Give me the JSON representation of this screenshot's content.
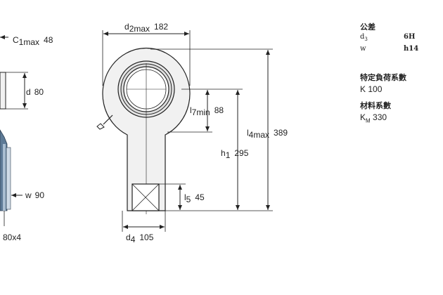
{
  "dimensions": {
    "c1max": {
      "sym": "C",
      "sub": "1max",
      "value": "48"
    },
    "d": {
      "sym": "d",
      "value": "80"
    },
    "w": {
      "sym": "w",
      "value": "90"
    },
    "thread": {
      "value": "80x4"
    },
    "d2max": {
      "sym": "d",
      "sub": "2max",
      "value": "182"
    },
    "l7min": {
      "sym": "l",
      "sub": "7min",
      "value": "88"
    },
    "l4max": {
      "sym": "l",
      "sub": "4max",
      "value": "389"
    },
    "h1": {
      "sym": "h",
      "sub": "1",
      "value": "295"
    },
    "l5": {
      "sym": "l",
      "sub": "5",
      "value": "45"
    },
    "d4": {
      "sym": "d",
      "sub": "4",
      "value": "105"
    }
  },
  "tolerances": {
    "heading": "公差",
    "rows": [
      {
        "sym": "d",
        "sub": "3",
        "value": "6H"
      },
      {
        "sym": "w",
        "sub": "",
        "value": "h14"
      }
    ]
  },
  "load_rating": {
    "heading": "特定負荷系數",
    "label": "K",
    "value": "100"
  },
  "material_factor": {
    "heading": "材料系數",
    "label": "K",
    "sub": "M",
    "value": "330"
  },
  "colors": {
    "line": "#222222",
    "housing_fill": "#f1f1f1",
    "steel_blue": "#5d7a96",
    "light_blue": "#a9bdd0",
    "pale_blue": "#cfdbe7"
  }
}
